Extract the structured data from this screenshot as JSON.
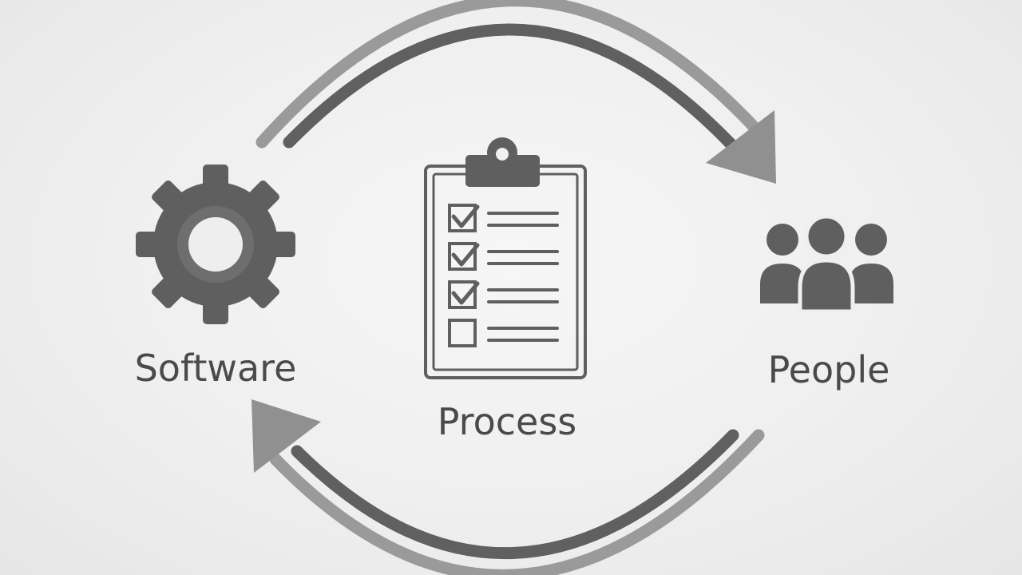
{
  "diagram": {
    "nodes": [
      {
        "id": "software",
        "label": "Software",
        "icon": "gear-icon"
      },
      {
        "id": "process",
        "label": "Process",
        "icon": "clipboard-checklist-icon"
      },
      {
        "id": "people",
        "label": "People",
        "icon": "people-group-icon"
      }
    ],
    "edges": [
      {
        "from": "software",
        "to": "people",
        "style": "curved-arrow"
      },
      {
        "from": "people",
        "to": "software",
        "style": "curved-arrow"
      }
    ],
    "checklist": [
      {
        "checked": true
      },
      {
        "checked": true
      },
      {
        "checked": true
      },
      {
        "checked": false
      }
    ],
    "colors": {
      "icon": "#5f5f5f",
      "arrow_light": "#9a9a9a",
      "arrow_dark": "#606060",
      "label": "#4a4a4a"
    }
  }
}
